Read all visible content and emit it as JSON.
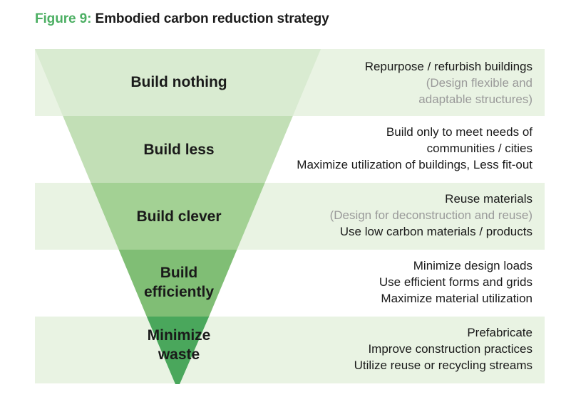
{
  "figure": {
    "number": "Figure 9:",
    "title": "Embodied carbon reduction strategy"
  },
  "colors": {
    "figure_number": "#4caf63",
    "band_shaded": "#e9f3e3",
    "funnel_levels": [
      "#d9ebd1",
      "#c2dfb6",
      "#a3d194",
      "#80be75",
      "#4aa75c"
    ]
  },
  "levels": [
    {
      "label_lines": [
        "Build nothing"
      ],
      "description_lines": [
        {
          "text": "Repurpose / refurbish buildings",
          "muted": false
        },
        {
          "text": "(Design flexible and",
          "muted": true
        },
        {
          "text": "adaptable structures)",
          "muted": true
        }
      ]
    },
    {
      "label_lines": [
        "Build less"
      ],
      "description_lines": [
        {
          "text": "Build only to meet needs of",
          "muted": false
        },
        {
          "text": "communities / cities",
          "muted": false
        },
        {
          "text": "Maximize utilization of buildings, Less fit-out",
          "muted": false
        }
      ]
    },
    {
      "label_lines": [
        "Build clever"
      ],
      "description_lines": [
        {
          "text": "Reuse materials",
          "muted": false
        },
        {
          "text": "(Design for deconstruction and reuse)",
          "muted": true
        },
        {
          "text": "Use low carbon materials / products",
          "muted": false
        }
      ]
    },
    {
      "label_lines": [
        "Build",
        "efficiently"
      ],
      "description_lines": [
        {
          "text": "Minimize design loads",
          "muted": false
        },
        {
          "text": "Use efficient forms and grids",
          "muted": false
        },
        {
          "text": "Maximize material utilization",
          "muted": false
        }
      ]
    },
    {
      "label_lines": [
        "Minimize",
        "waste"
      ],
      "description_lines": [
        {
          "text": "Prefabricate",
          "muted": false
        },
        {
          "text": "Improve construction practices",
          "muted": false
        },
        {
          "text": "Utilize reuse or recycling streams",
          "muted": false
        }
      ]
    }
  ]
}
